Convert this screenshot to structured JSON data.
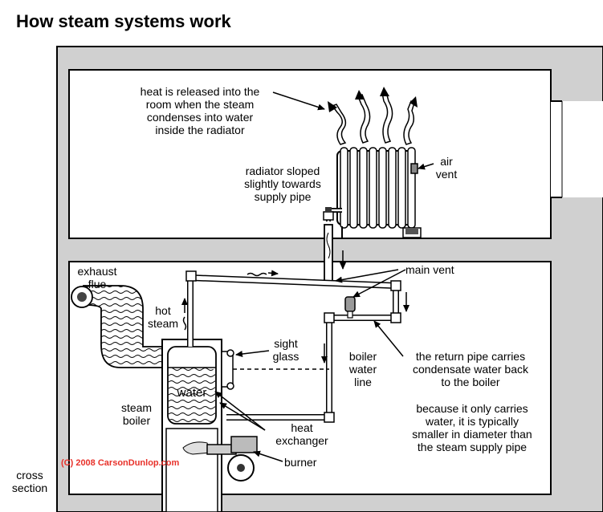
{
  "title": "How steam systems work",
  "labels": {
    "heat_released": "heat is released into the\nroom when the steam\ncondenses into water\ninside the radiator",
    "air_vent": "air\nvent",
    "radiator_sloped": "radiator sloped\nslightly towards\nsupply pipe",
    "exhaust_flue": "exhaust\nflue",
    "hot_steam": "hot\nsteam",
    "main_vent": "main vent",
    "sight_glass": "sight\nglass",
    "boiler_water_line": "boiler\nwater\nline",
    "return_pipe": "the return pipe carries\ncondensate water back\nto the boiler",
    "return_pipe_note": "because it only carries\nwater, it is typically\nsmaller in diameter than\nthe steam supply pipe",
    "water": "water",
    "steam_boiler": "steam\nboiler",
    "heat_exchanger": "heat\nexchanger",
    "burner": "burner",
    "cross_section": "cross\nsection"
  },
  "credit": "(C) 2008 CarsonDunlop.com",
  "colors": {
    "line": "#000000",
    "wall": "#d0d0d0",
    "credit": "#e8312a"
  }
}
